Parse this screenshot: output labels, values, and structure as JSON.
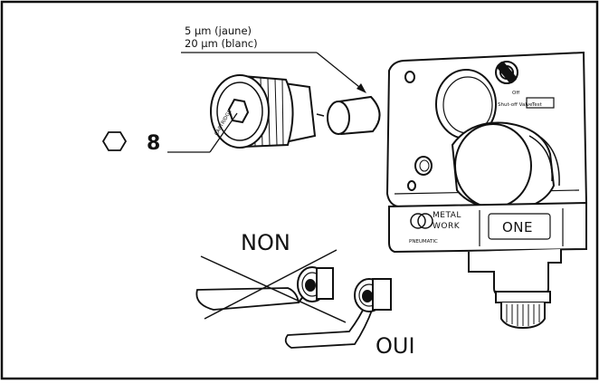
{
  "filter_note": {
    "line1": "5 µm (jaune)",
    "line2": "20 µm (blanc)"
  },
  "wrench_size": "8",
  "wrong_label": "NON",
  "correct_label": "OUI",
  "device": {
    "brand_line1": "METAL",
    "brand_line2": "WORK",
    "brand_sub": "PNEUMATIC",
    "model": "ONE",
    "switch_label": "Shut-off Valve",
    "test_label": "Test",
    "off_label": "Off"
  },
  "cartridge": {
    "marking": "CARTRIDGE"
  }
}
